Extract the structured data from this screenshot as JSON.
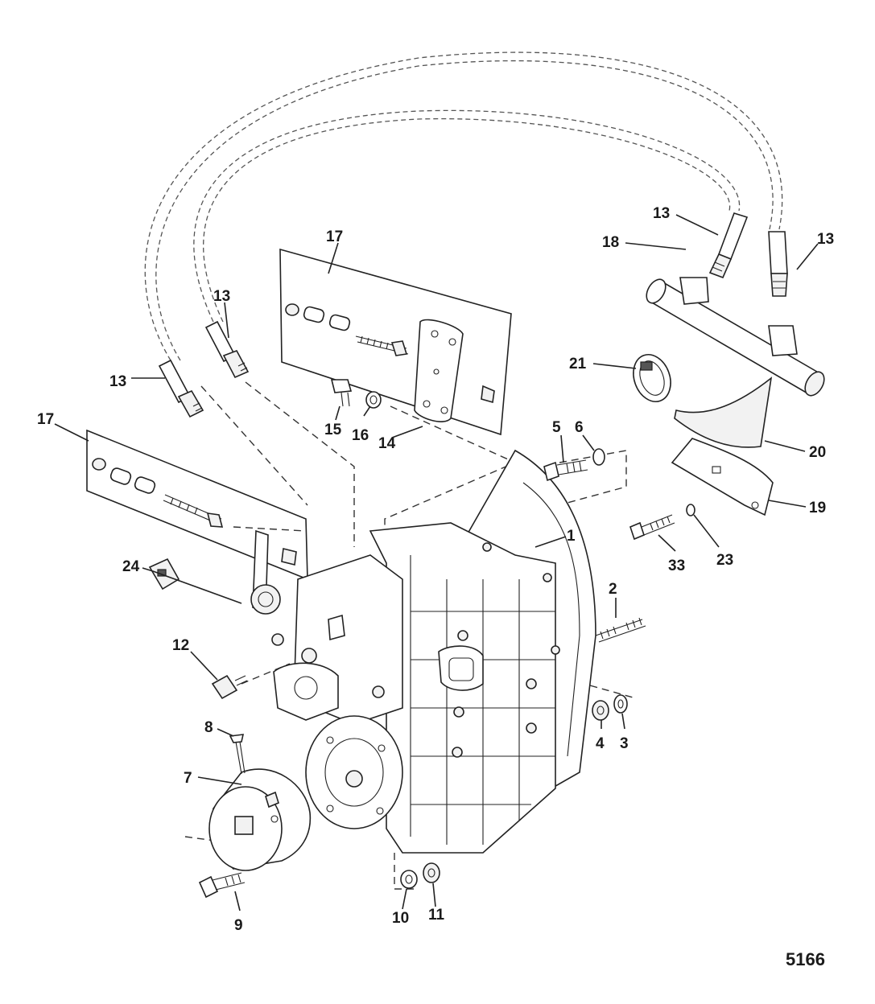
{
  "diagram": {
    "figure_id": "5166",
    "callouts": [
      {
        "id": "c17a",
        "label": "17"
      },
      {
        "id": "c17b",
        "label": "17"
      },
      {
        "id": "c13a",
        "label": "13"
      },
      {
        "id": "c13b",
        "label": "13"
      },
      {
        "id": "c13c",
        "label": "13"
      },
      {
        "id": "c13d",
        "label": "13"
      },
      {
        "id": "c18",
        "label": "18"
      },
      {
        "id": "c21",
        "label": "21"
      },
      {
        "id": "c20",
        "label": "20"
      },
      {
        "id": "c19",
        "label": "19"
      },
      {
        "id": "c15",
        "label": "15"
      },
      {
        "id": "c16",
        "label": "16"
      },
      {
        "id": "c14",
        "label": "14"
      },
      {
        "id": "c5",
        "label": "5"
      },
      {
        "id": "c6",
        "label": "6"
      },
      {
        "id": "c1",
        "label": "1"
      },
      {
        "id": "c2",
        "label": "2"
      },
      {
        "id": "c33",
        "label": "33"
      },
      {
        "id": "c23",
        "label": "23"
      },
      {
        "id": "c24",
        "label": "24"
      },
      {
        "id": "c12",
        "label": "12"
      },
      {
        "id": "c4",
        "label": "4"
      },
      {
        "id": "c3",
        "label": "3"
      },
      {
        "id": "c8",
        "label": "8"
      },
      {
        "id": "c7",
        "label": "7"
      },
      {
        "id": "c9",
        "label": "9"
      },
      {
        "id": "c10",
        "label": "10"
      },
      {
        "id": "c11",
        "label": "11"
      }
    ]
  }
}
